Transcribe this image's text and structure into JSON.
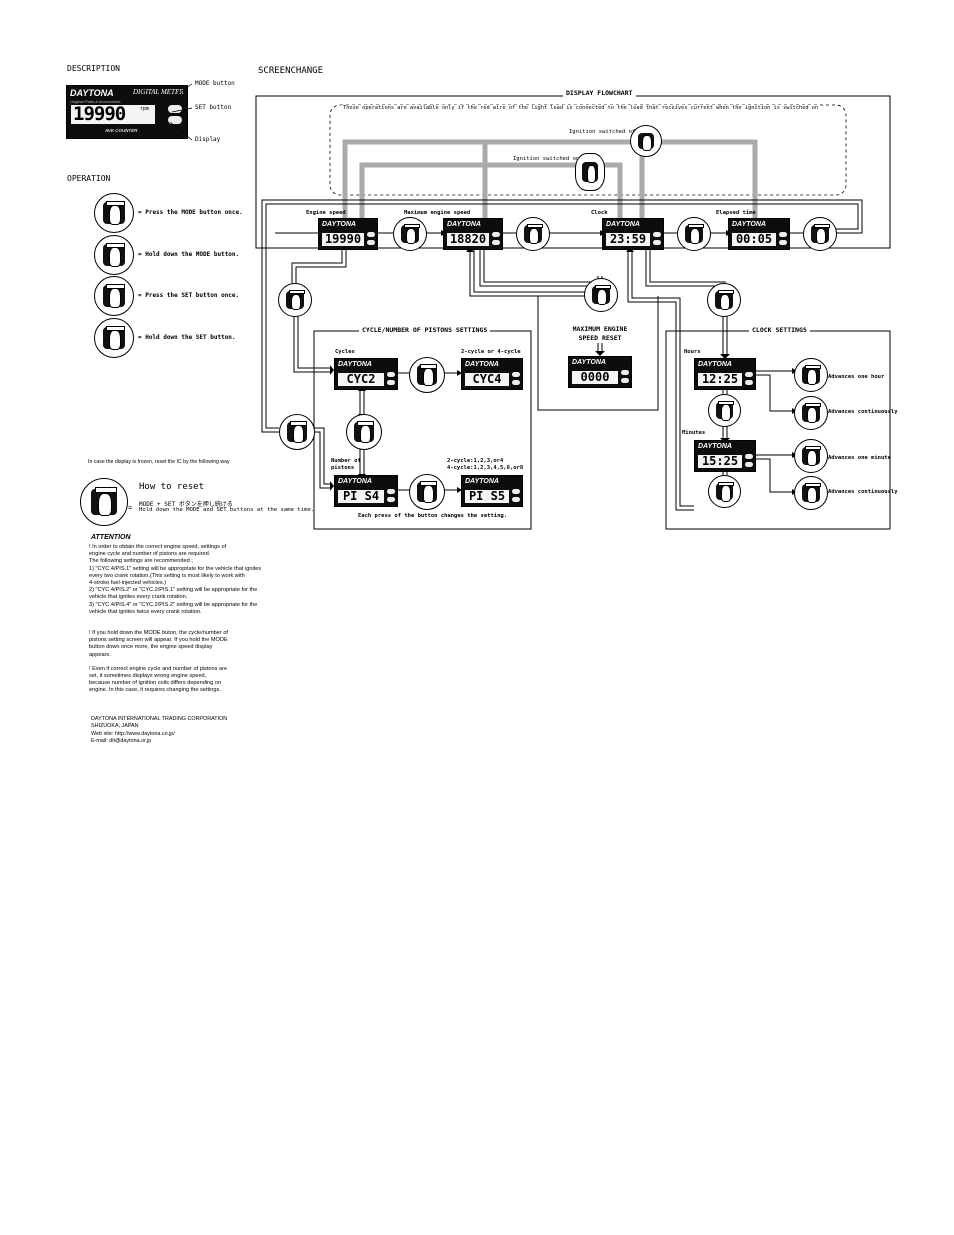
{
  "description": {
    "heading": "DESCRIPTION",
    "mode_label": "MODE button",
    "set_label": "SET button",
    "display_label": "Display"
  },
  "meter": {
    "brand": "DAYTONA",
    "subtitle": "Original Parts & Accessories",
    "model": "DIGITAL METER",
    "footer": "AVE COUNTER",
    "rpm_unit": "rpm"
  },
  "operation": {
    "heading": "OPERATION",
    "items": [
      {
        "text": "= Press the MODE button once."
      },
      {
        "text": "= Hold down the MODE button."
      },
      {
        "text": "= Press the SET button once."
      },
      {
        "text": "= Hold down the SET button."
      }
    ]
  },
  "reset": {
    "note": "In case the display is frozen, reset the IC by the following way",
    "title": "How to reset",
    "eq": "=",
    "jp": "MODE + SET ボタンを押し続ける",
    "en": "Hold down the MODE and SET buttons at the same time."
  },
  "screenchange": {
    "heading": "SCREENCHANGE",
    "flowchart_title": "DISPLAY FLOWCHART",
    "note": "These operations are available only if the red wire of the light lead is connected to the lead that receives current when the ignition is switched on",
    "ign_off": "Ignition switched off",
    "ign_on": "Ignition switched on",
    "screens": [
      {
        "label": "Engine speed",
        "value": "19990"
      },
      {
        "label": "Maximum engine speed",
        "value": "18820"
      },
      {
        "label": "Clock",
        "value": "23:59"
      },
      {
        "label": "Elapsed time",
        "value": "00:05"
      }
    ]
  },
  "cycle": {
    "title": "CYCLE/NUMBER OF PISTONS SETTINGS",
    "cycles_label": "Cycles",
    "cycle_option_label": "2-cycle or 4-cycle",
    "cyc2": "CYC2",
    "cyc4": "CYC4",
    "pistons_label": "Number of pistons",
    "pistons_line1": "Number of",
    "pistons_line2": "pistons",
    "pistons_options_2": "2-cycle:1,2,3,or4",
    "pistons_options_4": "4-cycle:1,2,3,4,5,6,or8",
    "pis4": "PI S4",
    "pis5": "PI S5",
    "footer": "Each press of the button changes the setting."
  },
  "maxreset": {
    "title_line1": "MAXIMUM ENGINE",
    "title_line2": "SPEED RESET",
    "value": "0000"
  },
  "clock": {
    "title": "CLOCK SETTINGS",
    "hours_label": "Hours",
    "hours_value": "12:25",
    "minutes_label": "Minutes",
    "minutes_value": "15:25",
    "adv_hour": "Advances one hour",
    "adv_cont_1": "Advances continuously",
    "adv_minute": "Advances one minute",
    "adv_cont_2": "Advances continuously"
  },
  "attention": {
    "title": "ATTENTION",
    "lines": [
      "! In order to obtain the correct engine speed, settings of",
      "   engine cycle and number of pistons are required.",
      "  The following settings are recommended ;",
      "1) \"CYC.4/PIS.1\" setting will be appropriate for the vehicle that ignites",
      "     every two crank rotation.(This setting is most likely to work with",
      "     4-stroke fuel-injected vehicles.)",
      "2) \"CYC.4/PIS.2\" or \"CYC.2/PIS.1\" setting will be appropriate for the",
      "     vehicle that ignites every crank rotation.",
      "3) \"CYC.4/PIS.4\" or \"CYC.2/PIS.2\" setting will be appropriate for the",
      "     vehicle that ignites twice every crank rotation.",
      "",
      "",
      "! If you hold down the MODE buton, the cycle/number of",
      "   pistons setting screen will appear. If you hold the MODE",
      "   button down once more, the engine speed display",
      "   appears.",
      "",
      "! Even if correct engine cycle and number of pistons are",
      "   set, it sometimes displays wrong engine speed,",
      "   because number of ignition coils differs depending on",
      "   engine. In this case, it requires changing the settings."
    ]
  },
  "company": {
    "lines": [
      "DAYTONA INTERNATIONAL TRADING CORPORATION",
      "SHIZUOKA, JAPAN",
      "Web site:  http://www.daytona.co.jp/",
      "E-mail:  dit@daytona.or.jp"
    ]
  }
}
